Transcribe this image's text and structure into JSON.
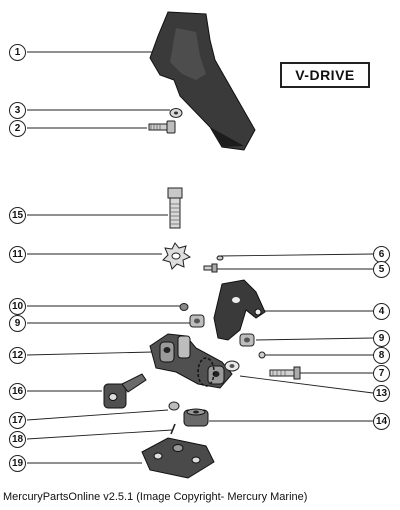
{
  "diagram": {
    "title": "V-DRIVE",
    "footer": "MercuryPartsOnline v2.5.1 (Image Copyright- Mercury Marine)",
    "callouts": {
      "c1": "1",
      "c3": "3",
      "c2": "2",
      "c15": "15",
      "c11": "11",
      "c6": "6",
      "c5": "5",
      "c10": "10",
      "c9a": "9",
      "c4": "4",
      "c9b": "9",
      "c12": "12",
      "c8": "8",
      "c7": "7",
      "c16": "16",
      "c13": "13",
      "c17": "17",
      "c14": "14",
      "c18": "18",
      "c19": "19"
    }
  }
}
